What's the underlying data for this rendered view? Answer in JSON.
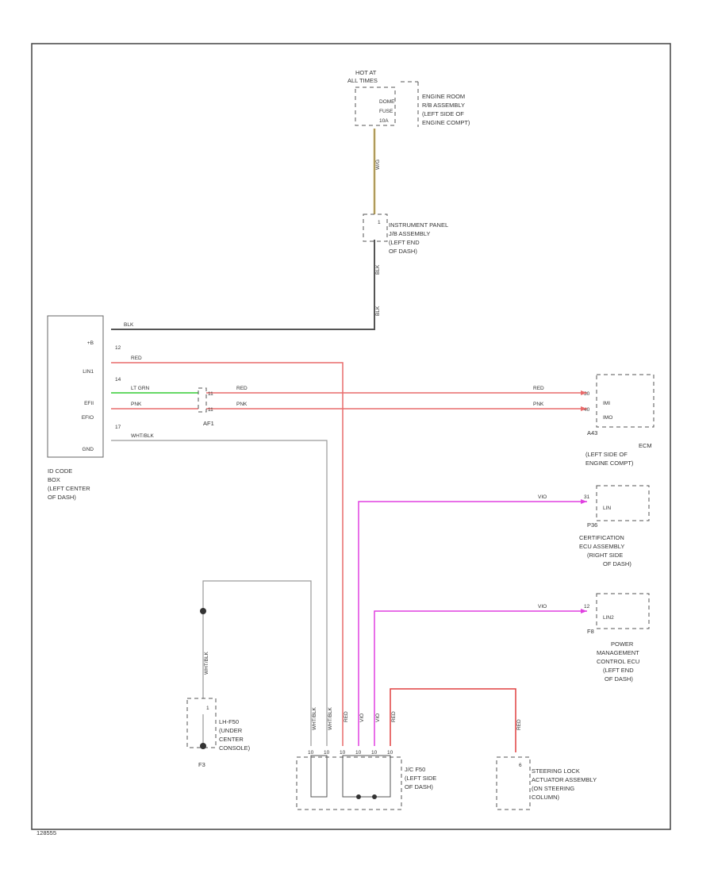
{
  "fuse_block": {
    "hot_at": "HOT AT",
    "hot_at_mode": "ALL TIMES",
    "fuse_lines": [
      "DOME",
      "FUSE",
      "10A"
    ],
    "location": [
      "ENGINE ROOM",
      "R/B ASSEMBLY",
      "(LEFT SIDE OF",
      "ENGINE COMPT)"
    ]
  },
  "ip_jb": {
    "pin": "1",
    "location": [
      "INSTRUMENT PANEL",
      "J/B ASSEMBLY",
      "(LEFT END",
      "OF DASH)"
    ]
  },
  "id_code_box": {
    "pins": [
      "+B",
      "12",
      "LIN1",
      "14",
      "EFII",
      "EFIO",
      "17",
      "GND"
    ],
    "location": [
      "ID CODE",
      "BOX",
      "(LEFT CENTER",
      "OF DASH)"
    ]
  },
  "wires": {
    "bat_feed": "W/G",
    "blk_1": "BLK",
    "blk_2": "BLK",
    "lin_red": "RED",
    "efii_green": "LT GRN",
    "efii_red": "RED",
    "efio_pnk": "PNK",
    "efio_pnk2": "PNK",
    "gnd": "WHT/BLK",
    "ecm_red": "RED",
    "ecm_pnk": "PNK",
    "cert_vio": "VIO",
    "pwr_vio": "VIO",
    "ground_vert": "WHT/BLK",
    "jc_whtblk": "WHT/BLK",
    "jc_red": "RED",
    "jc_vio": "VIO",
    "jc_vio2": "VIO",
    "jc_red2": "RED",
    "steer_red": "RED"
  },
  "inline_connector": {
    "pins": [
      "11",
      "11"
    ],
    "name": "AF1"
  },
  "ecm": {
    "connector": "A43",
    "pin_numbers": [
      "30",
      "40"
    ],
    "pin_labels": [
      "IMI",
      "IMO"
    ],
    "location": [
      "ECM",
      "(LEFT SIDE OF",
      "ENGINE COMPT)"
    ]
  },
  "certification_ecu": {
    "connector": "P36",
    "pin_number": "31",
    "pin_label": "LIN",
    "location": [
      "CERTIFICATION",
      "ECU ASSEMBLY",
      "(RIGHT SIDE",
      "OF DASH)"
    ]
  },
  "power_mgmt_ecu": {
    "connector": "F8",
    "pin_number": "12",
    "pin_label": "LIN2",
    "location": [
      "POWER",
      "MANAGEMENT",
      "CONTROL ECU",
      "(LEFT END",
      "OF DASH)"
    ]
  },
  "ground": {
    "connector": "F3",
    "pin": "1",
    "location": [
      "LH-F50",
      "(UNDER",
      "CENTER",
      "CONSOLE)"
    ]
  },
  "junction_connector": {
    "pins": [
      "10",
      "10",
      "10",
      "10",
      "10",
      "10"
    ],
    "location": [
      "J/C F50",
      "(LEFT SIDE",
      "OF DASH)"
    ]
  },
  "steering_lock": {
    "pin": "6",
    "location": [
      "STEERING LOCK",
      "ACTUATOR ASSEMBLY",
      "(ON STEERING",
      "COLUMN)"
    ]
  },
  "footer": {
    "code": "128555"
  }
}
